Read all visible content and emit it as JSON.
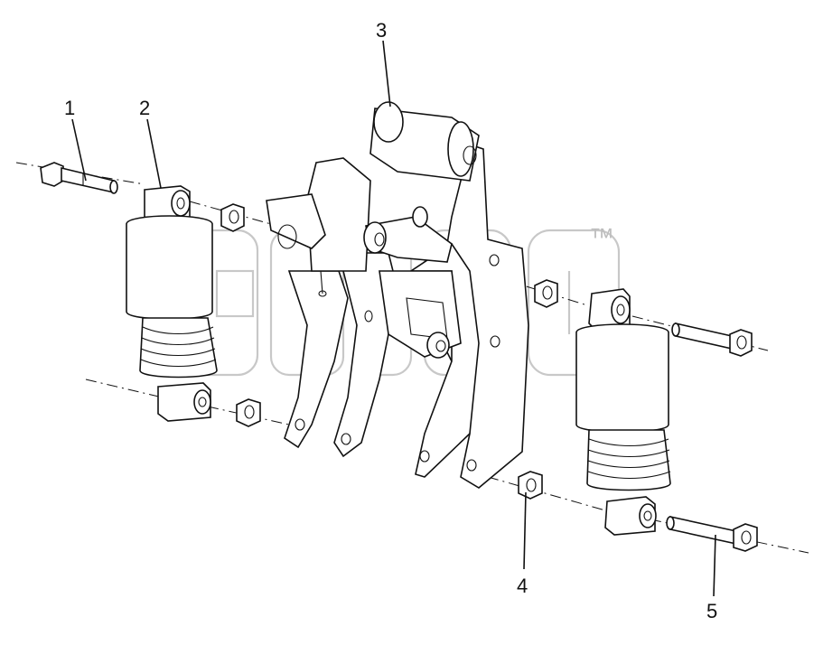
{
  "callouts": {
    "c1": "1",
    "c2": "2",
    "c3": "3",
    "c4": "4",
    "c5": "5"
  },
  "watermark": {
    "trademark": "™"
  },
  "colors": {
    "ink": "#111111",
    "watermark": "#c8c8c8",
    "background": "#ffffff"
  }
}
